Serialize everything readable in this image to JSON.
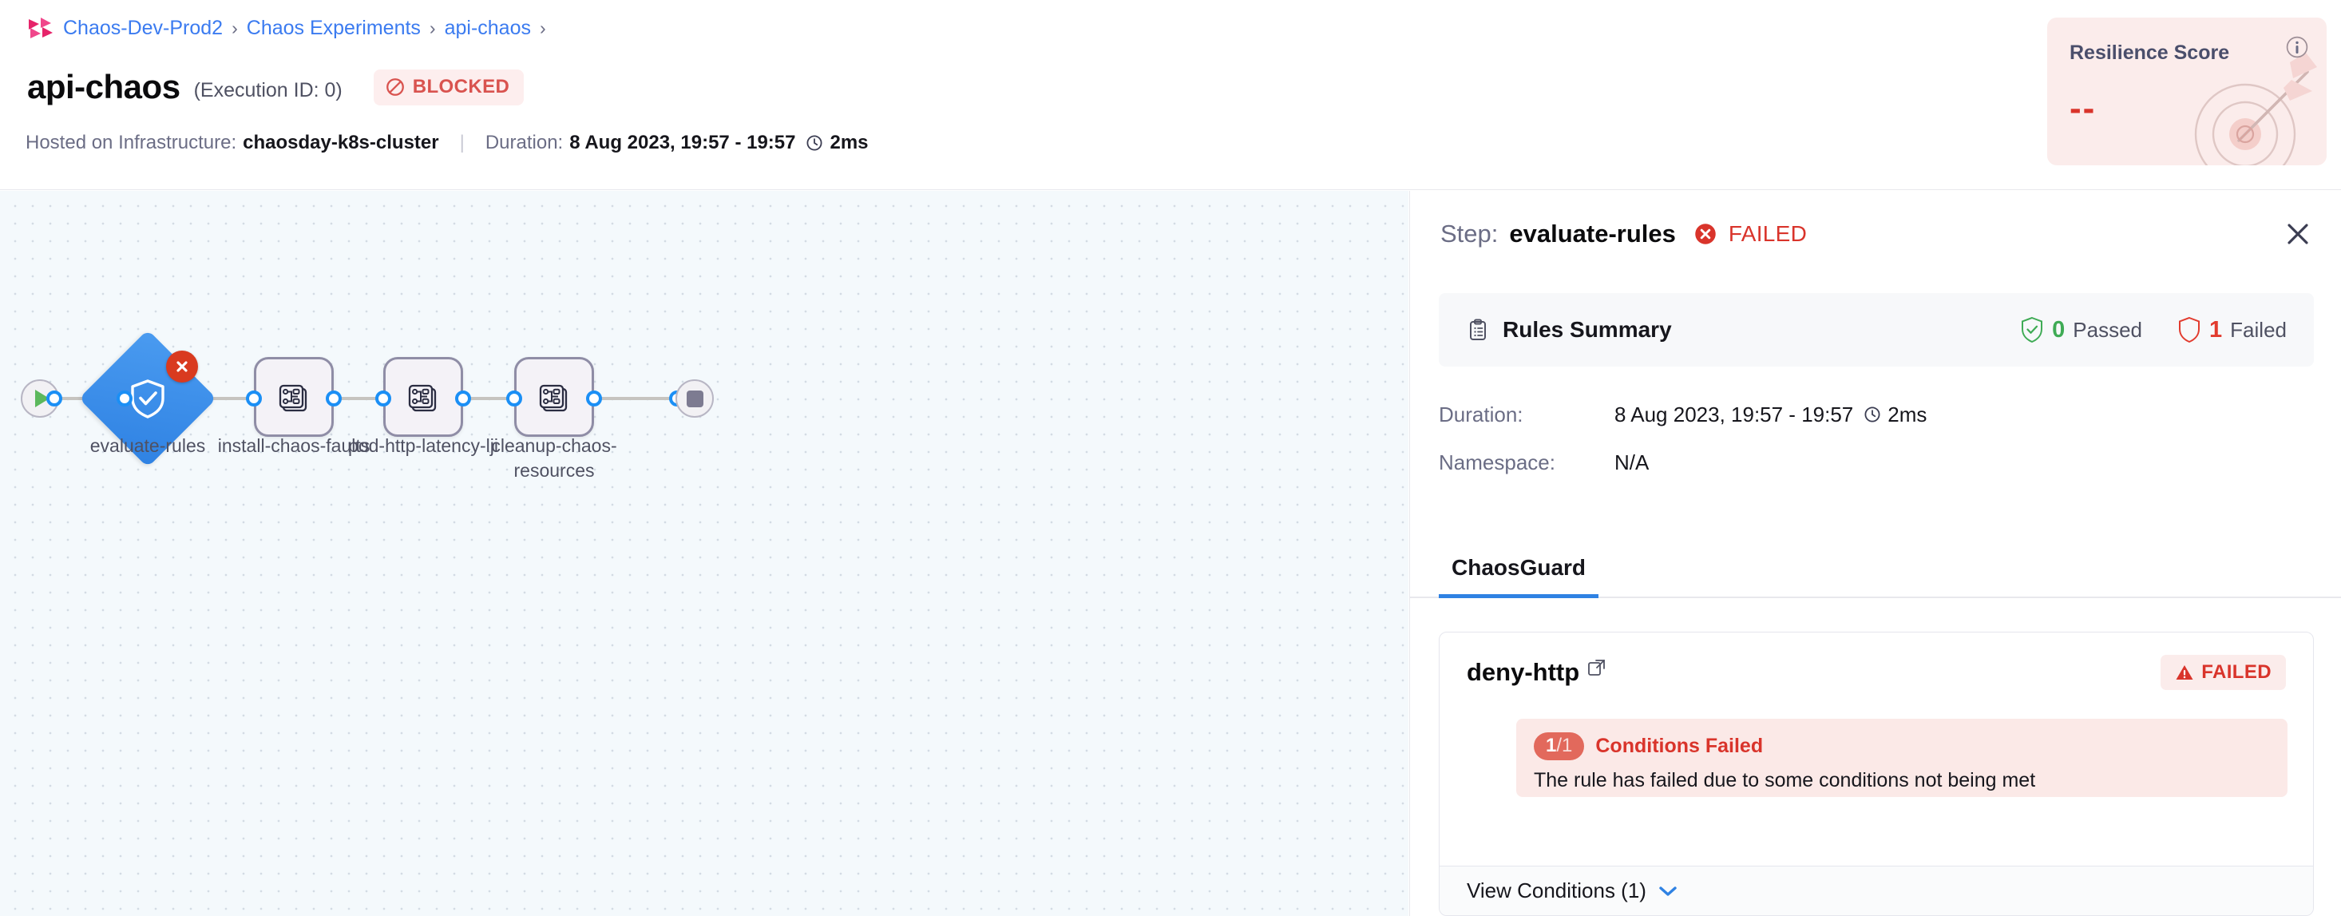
{
  "header": {
    "breadcrumb": {
      "logo_icon": "harness-logo-icon",
      "items": [
        "Chaos-Dev-Prod2",
        "Chaos Experiments",
        "api-chaos"
      ],
      "separator": "›",
      "trailing_separator": "›"
    },
    "title": "api-chaos",
    "execution_id": "(Execution ID: 0)",
    "status_badge": {
      "label": "BLOCKED",
      "icon": "blocked-circle-icon",
      "color": "#d9534f",
      "bg": "#fdeeee"
    },
    "meta": {
      "infra_label": "Hosted on Infrastructure:",
      "infra_value": "chaosday-k8s-cluster",
      "divider": "|",
      "duration_label": "Duration:",
      "duration_range": "8 Aug 2023, 19:57 - 19:57",
      "duration_icon": "clock-icon",
      "duration_value": "2ms"
    },
    "resilience": {
      "title": "Resilience Score",
      "value": "--",
      "info_icon": "info-circle-icon",
      "art_icon": "target-dart-icon",
      "bg": "#fbeceb",
      "value_color": "#d9342b"
    }
  },
  "canvas": {
    "start_node": {
      "name": "start",
      "icon": "play-icon"
    },
    "end_node": {
      "name": "end",
      "icon": "stop-icon"
    },
    "nodes": [
      {
        "label": "evaluate-rules",
        "type": "diamond",
        "icon": "shield-check-icon",
        "status": "failed",
        "badge_icon": "error-x-icon"
      },
      {
        "label": "install-chaos-faults",
        "type": "step",
        "icon": "chaos-fault-icon"
      },
      {
        "label": "pod-http-latency-lji",
        "type": "step",
        "icon": "chaos-fault-icon"
      },
      {
        "label": "cleanup-chaos-resources",
        "type": "step",
        "icon": "chaos-fault-icon"
      }
    ]
  },
  "panel": {
    "title_prefix": "Step:",
    "title_name": "evaluate-rules",
    "status_icon": "error-x-icon",
    "status": "FAILED",
    "close_icon": "close-icon",
    "rules_summary": {
      "icon": "clipboard-icon",
      "title": "Rules Summary",
      "passed_icon": "shield-check-icon",
      "passed_count": "0",
      "passed_label": "Passed",
      "failed_icon": "shield-outline-icon",
      "failed_count": "1",
      "failed_label": "Failed"
    },
    "details": [
      {
        "key": "Duration:",
        "value": "8 Aug 2023, 19:57 - 19:57",
        "icon": "clock-icon",
        "extra": "2ms"
      },
      {
        "key": "Namespace:",
        "value": "N/A",
        "icon": "",
        "extra": ""
      }
    ],
    "tabs": [
      {
        "label": "ChaosGuard",
        "active": true
      }
    ],
    "rule": {
      "name": "deny-http",
      "external_link_icon": "external-link-icon",
      "status_icon": "warning-triangle-icon",
      "status": "FAILED",
      "condition": {
        "count": "1",
        "separator": "/1",
        "headline": "Conditions Failed",
        "description": "The rule has failed due to some conditions not being met"
      },
      "view_conditions_label": "View Conditions (1)",
      "chevron_icon": "chevron-down-icon"
    }
  }
}
